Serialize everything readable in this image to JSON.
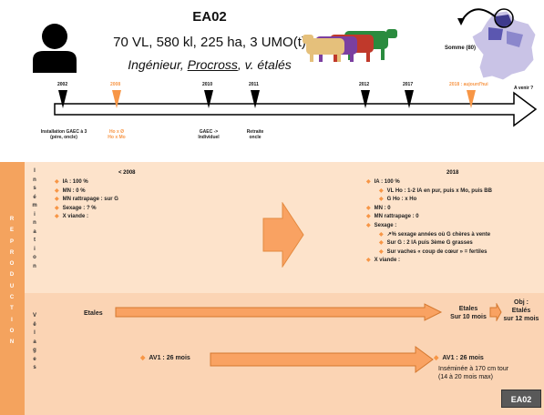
{
  "header": {
    "title": "EA02",
    "subtitle": "70 VL, 580 kl, 225 ha, 3 UMO(t)",
    "profile_a": "Ingénieur, ",
    "profile_b": "Procross",
    "profile_c": ", v. étalés"
  },
  "map": {
    "label": "Somme (80)"
  },
  "timeline": {
    "markers": [
      {
        "year": "2002",
        "label_1": "Installation GAEC à 3",
        "label_2": "(père, oncle)",
        "highlight": false
      },
      {
        "year": "2008",
        "label_1": "Ho x Ø",
        "label_2": "Ho x Mo",
        "highlight": true
      },
      {
        "year": "2010",
        "label_1": "GAEC ->",
        "label_2": "Individuel",
        "highlight": false
      },
      {
        "year": "2011",
        "label_1": "Retraite",
        "label_2": "oncle",
        "highlight": false
      },
      {
        "year": "2012",
        "label_1": "",
        "label_2": "",
        "highlight": false
      },
      {
        "year": "2017",
        "label_1": "",
        "label_2": "",
        "highlight": false
      },
      {
        "year": "2018 : aujourd'hui",
        "label_1": "",
        "label_2": "",
        "highlight": true
      }
    ],
    "end_label": "A venir ?"
  },
  "sections": {
    "reproduction_side": "REPRODUCTION",
    "insemination": "Insémination",
    "velages": "Vêlages"
  },
  "insemination": {
    "before": {
      "heading": "< 2008",
      "items": [
        "IA : 100 %",
        "MN : 0 %",
        "MN rattrapage : sur G",
        "Sexage : ? %",
        "X viande :"
      ]
    },
    "after": {
      "heading": "2018",
      "items": [
        {
          "text": "IA : 100 %",
          "level": 1
        },
        {
          "text": "VL Ho : 1-2 IA en pur, puis x Mo, puis BB",
          "level": 2
        },
        {
          "text": "G Ho : x Ho",
          "level": 2
        },
        {
          "text": "MN : 0",
          "level": 1
        },
        {
          "text": "MN rattrapage : 0",
          "level": 1
        },
        {
          "text": "Sexage :",
          "level": 1
        },
        {
          "text": "↗% sexage années où G chères à vente",
          "level": 2
        },
        {
          "text": "Sur G : 2 IA puis 3ème G grasses",
          "level": 2
        },
        {
          "text": "Sur vaches « coup de cœur » = fertiles",
          "level": 2
        },
        {
          "text": "X viande :",
          "level": 1
        }
      ]
    }
  },
  "velages": {
    "row1": {
      "start": "Etales",
      "end_1": "Etales",
      "end_2": "Sur 10 mois",
      "obj_1": "Obj :",
      "obj_2": "Etalés",
      "obj_3": "sur 12 mois"
    },
    "row2": {
      "start": "AV1 : 26 mois",
      "end_1": "AV1 : 26 mois",
      "end_2": "Inséminée à 170 cm tour",
      "end_3": "(14 à 20 mois max)"
    }
  },
  "badge": "EA02",
  "colors": {
    "orange": "#f79646",
    "band_light": "#fde3cb",
    "band_dark": "#fbd4b4",
    "side": "#f4a35e"
  }
}
